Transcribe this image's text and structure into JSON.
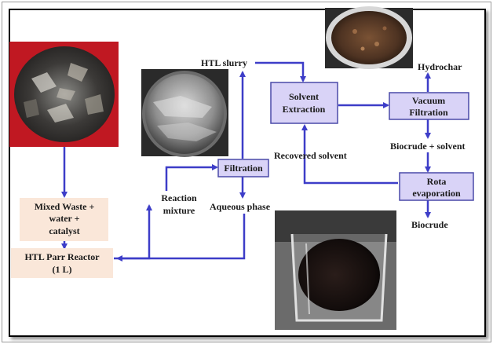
{
  "colors": {
    "arrow": "#3d3dc8",
    "box_fill": "#d9d3f7",
    "box_stroke": "#4a4aa8",
    "waste_box_fill": "#fae7d9"
  },
  "nodes": {
    "mixed_waste": {
      "lines": [
        "Mixed Waste +",
        "water +",
        "catalyst"
      ]
    },
    "parr_reactor": {
      "lines": [
        "HTL Parr Reactor",
        "(1 L)"
      ]
    },
    "filtration": {
      "lines": [
        "Filtration"
      ]
    },
    "solvent_extraction": {
      "lines": [
        "Solvent",
        "Extraction"
      ]
    },
    "vacuum_filtration": {
      "lines": [
        "Vacuum",
        "Filtration"
      ]
    },
    "rota_evaporation": {
      "lines": [
        "Rota",
        "evaporation"
      ]
    }
  },
  "labels": {
    "htl_slurry": "HTL slurry",
    "reaction_mixture": [
      "Reaction",
      "mixture"
    ],
    "aqueous_phase": "Aqueous phase",
    "recovered_solvent": "Recovered solvent",
    "hydrochar": "Hydrochar",
    "biocrude_solvent": "Biocrude + solvent",
    "biocrude": "Biocrude"
  }
}
